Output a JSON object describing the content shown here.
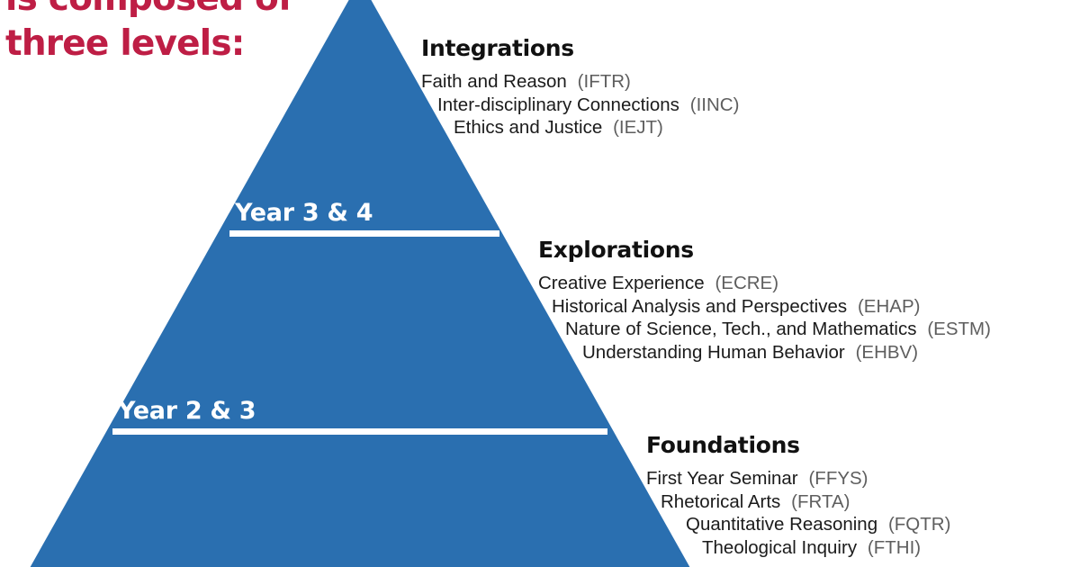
{
  "headline": {
    "lines": [
      "is composed of",
      "three levels:"
    ],
    "color": "#be1e45"
  },
  "pyramid": {
    "fill": "#2a6fb0",
    "divider_color": "#ffffff"
  },
  "year_bands": [
    {
      "label": "Year 3 & 4"
    },
    {
      "label": "Year 2 & 3"
    }
  ],
  "levels": [
    {
      "title": "Integrations",
      "courses": [
        {
          "name": "Faith and Reason",
          "code": "(IFTR)",
          "indent": 0
        },
        {
          "name": "Inter-disciplinary Connections",
          "code": "(IINC)",
          "indent": 18
        },
        {
          "name": "Ethics and Justice",
          "code": "(IEJT)",
          "indent": 36
        }
      ]
    },
    {
      "title": "Explorations",
      "courses": [
        {
          "name": "Creative Experience",
          "code": "(ECRE)",
          "indent": 0
        },
        {
          "name": "Historical Analysis and Perspectives",
          "code": "(EHAP)",
          "indent": 15
        },
        {
          "name": "Nature of Science, Tech., and Mathematics",
          "code": "(ESTM)",
          "indent": 30
        },
        {
          "name": "Understanding Human Behavior",
          "code": "(EHBV)",
          "indent": 49
        }
      ]
    },
    {
      "title": "Foundations",
      "courses": [
        {
          "name": "First Year Seminar",
          "code": "(FFYS)",
          "indent": 0
        },
        {
          "name": "Rhetorical Arts",
          "code": "(FRTA)",
          "indent": 16
        },
        {
          "name": "Quantitative Reasoning",
          "code": "(FQTR)",
          "indent": 44
        },
        {
          "name": "Theological Inquiry",
          "code": "(FTHI)",
          "indent": 62
        }
      ]
    }
  ]
}
